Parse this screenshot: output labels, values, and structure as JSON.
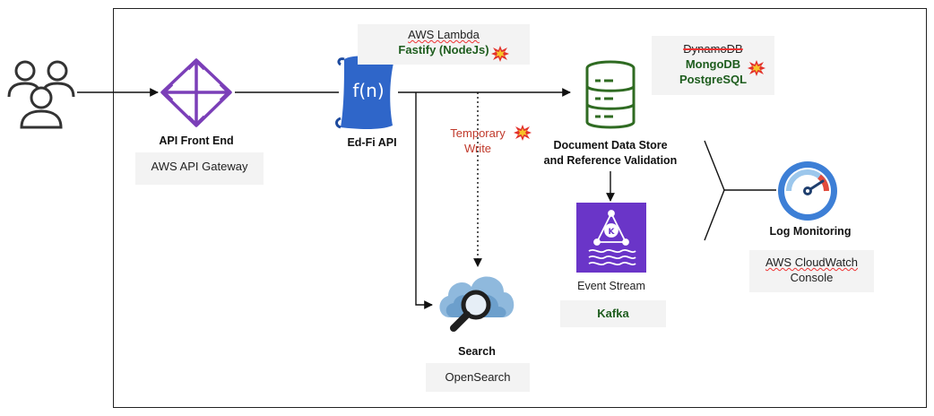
{
  "users": {
    "icon": "users-icon"
  },
  "api_front_end": {
    "label": "API Front End",
    "service": "AWS API Gateway",
    "icon": "api-gateway-icon"
  },
  "edfi_api": {
    "label": "Ed-Fi API",
    "glyph": "f(n)",
    "icon": "lambda-scroll-icon"
  },
  "lambda_box": {
    "line1": "AWS Lambda",
    "line2": "Fastify (NodeJs)",
    "marker": "explosion-icon"
  },
  "temporary_write": {
    "line1": "Temporary",
    "line2": "Write",
    "marker": "explosion-icon"
  },
  "document_store": {
    "label_line1": "Document Data Store",
    "label_line2": "and Reference Validation",
    "icon": "database-icon"
  },
  "db_options": {
    "item1": "DynamoDB",
    "item2": "MongoDB",
    "item3": "PostgreSQL",
    "marker": "explosion-icon"
  },
  "event_stream": {
    "label": "Event Stream",
    "service": "Kafka",
    "icon": "kafka-icon"
  },
  "search": {
    "label": "Search",
    "service": "OpenSearch",
    "icon": "search-cloud-icon"
  },
  "log_monitoring": {
    "label": "Log Monitoring",
    "service_line1": "AWS CloudWatch",
    "service_line2": "Console",
    "icon": "gauge-icon"
  },
  "colors": {
    "purple": "#7b3fb8",
    "blue": "#3b6fd4",
    "green": "#2f6b22",
    "red": "#c0392b",
    "box": "#f3f3f3"
  }
}
